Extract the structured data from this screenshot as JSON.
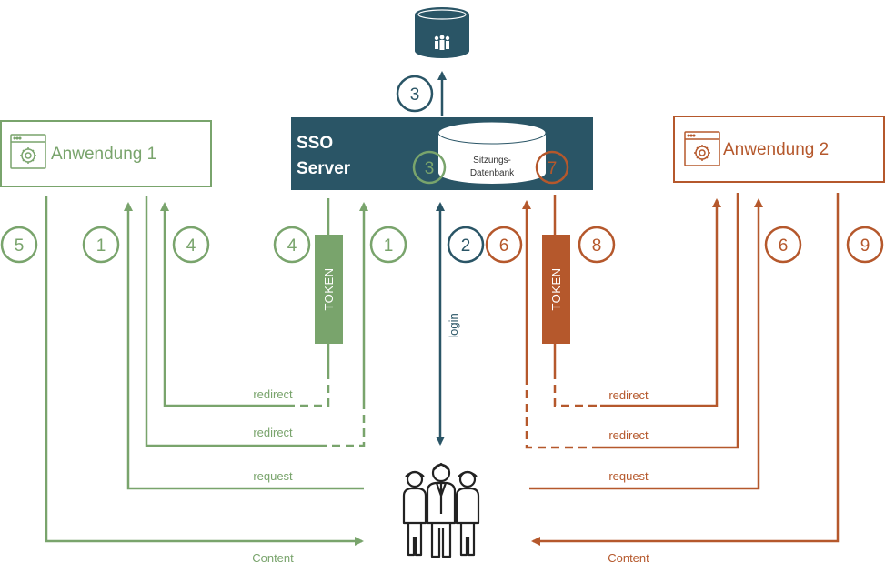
{
  "colors": {
    "green": "#79A46C",
    "orange": "#B5582C",
    "teal": "#2A5566",
    "white": "#ffffff"
  },
  "app1": {
    "title": "Anwendung 1",
    "icon": "settings-window-icon"
  },
  "app2": {
    "title": "Anwendung 2",
    "icon": "settings-window-icon"
  },
  "sso": {
    "line1": "SSO",
    "line2": "Server"
  },
  "session_db": {
    "line1": "Sitzungs-",
    "line2": "Datenbank"
  },
  "user_db": {
    "icon": "database-users-icon"
  },
  "users": {
    "icon": "user-group-icon"
  },
  "token_left": "TOKEN",
  "token_right": "TOKEN",
  "login": "login",
  "labels": {
    "redirect_top_left": "redirect",
    "redirect_mid_left": "redirect",
    "request_left": "request",
    "content_left": "Content",
    "redirect_top_right": "redirect",
    "redirect_mid_right": "redirect",
    "request_right": "request",
    "content_right": "Content"
  },
  "steps": {
    "top_db": "3",
    "sso_left": "3",
    "sso_right": "7",
    "l5": "5",
    "l1": "1",
    "l4": "4",
    "m4": "4",
    "m1": "1",
    "c2": "2",
    "c6": "6",
    "r8": "8",
    "r6": "6",
    "r9": "9"
  }
}
